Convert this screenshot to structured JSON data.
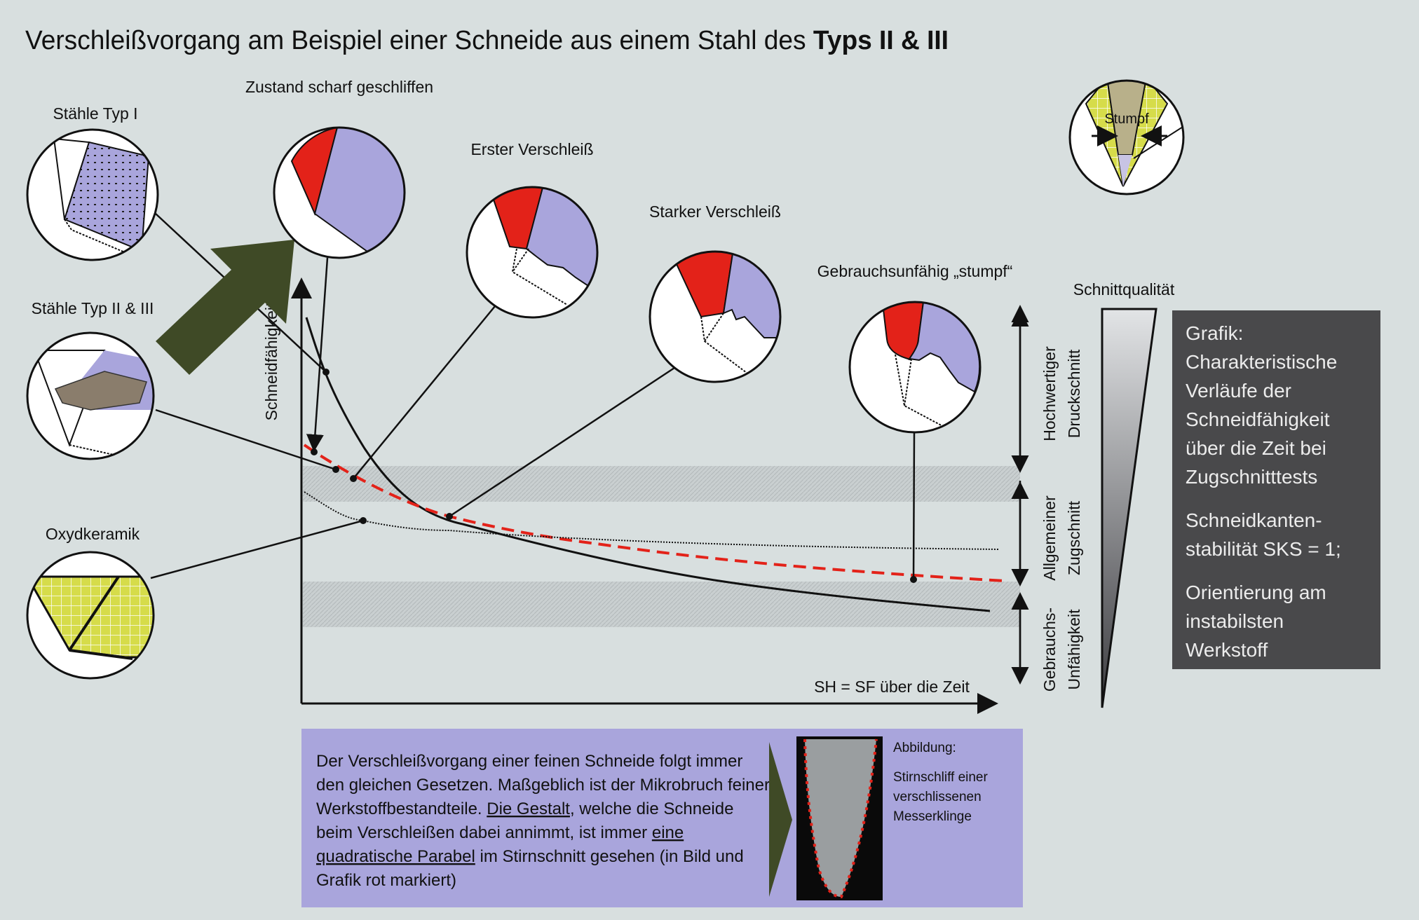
{
  "title": {
    "regular": "Verschleißvorgang am Beispiel einer Schneide aus einem Stahl des ",
    "bold": "Typs II & III"
  },
  "materials": [
    {
      "label": "Stähle Typ I"
    },
    {
      "label": "Stähle Typ II & III"
    },
    {
      "label": "Oxydkeramik"
    }
  ],
  "wear_states": [
    {
      "label": "Zustand scharf geschliffen"
    },
    {
      "label": "Erster Verschleiß"
    },
    {
      "label": "Starker Verschleiß"
    },
    {
      "label": "Gebrauchsunfähig „stumpf“"
    }
  ],
  "stumpf_icon_label": "Stumpf",
  "axes": {
    "y_label": "Schneidfähigkeit",
    "x_label": "SH = SF über die Zeit"
  },
  "zones": [
    {
      "line1": "Hochwertiger",
      "line2": "Druckschnitt"
    },
    {
      "line1": "Allgemeiner",
      "line2": "Zugschnitt"
    },
    {
      "line1": "Gebrauchs-",
      "line2": "Unfähigkeit"
    }
  ],
  "quality_label": "Schnittqualität",
  "info_box": {
    "lines": [
      "Grafik:",
      "Charakteristische",
      "Verläufe der",
      "Schneidfähigkeit",
      "über die Zeit bei",
      "Zugschnitttests",
      "Schneidkanten-",
      "stabilität SKS = 1;",
      "Orientierung  am",
      "instabilsten",
      "Werkstoff"
    ]
  },
  "description": {
    "line1": "Der Verschleißvorgang einer feinen Schneide folgt immer",
    "line2": "den gleichen Gesetzen. Maßgeblich ist der Mikrobruch feiner",
    "line3a": "Werkstoffbestandteile. ",
    "line3u": "Die Gestalt",
    "line3b": ", welche die Schneide",
    "line4a": "beim Verschleißen dabei annimmt, ist immer ",
    "line4u": "eine",
    "line5u": "quadratische Parabel",
    "line5b": " im Stirnschnitt gesehen (in Bild und",
    "line6": "Grafik rot markiert)"
  },
  "figure_caption": [
    "Abbildung:",
    "Stirnschliff einer",
    "verschlissenen",
    "Messerklinge"
  ],
  "colors": {
    "background": "#d8dfdf",
    "red": "#e32219",
    "lavender": "#a9a5dc",
    "arrow_green": "#3f4a26",
    "dark_box": "#49494b"
  }
}
